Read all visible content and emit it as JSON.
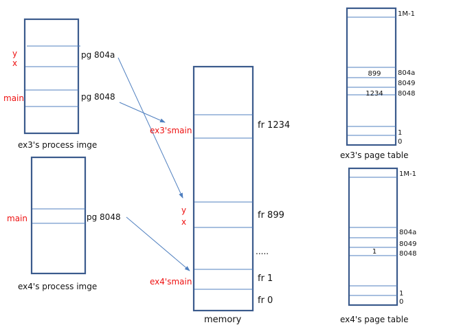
{
  "ex3_process": {
    "caption": "ex3's process imge",
    "label_y": "y",
    "label_x": "x",
    "label_main": "main",
    "pg_804a": "pg 804a",
    "pg_8048": "pg 8048"
  },
  "ex4_process": {
    "caption": "ex4's process imge",
    "label_main": "main",
    "pg_8048": "pg 8048"
  },
  "memory": {
    "caption": "memory",
    "fr_1234": "fr 1234",
    "fr_899": "fr 899",
    "dots": ".....",
    "fr_1": "fr 1",
    "fr_0": "fr 0",
    "ex3_main": "ex3'smain",
    "y": "y",
    "x": "x",
    "ex4_main": "ex4'smain"
  },
  "ex3_page_table": {
    "caption": "ex3's page table",
    "idx_top": "1M-1",
    "idx_804a": "804a",
    "idx_8049": "8049",
    "idx_8048": "8048",
    "idx_1": "1",
    "idx_0": "0",
    "val_804a": "899",
    "val_8048": "1234"
  },
  "ex4_page_table": {
    "caption": "ex4's page table",
    "idx_top": "1M-1",
    "idx_804a": "804a",
    "idx_8049": "8049",
    "idx_8048": "8048",
    "idx_1": "1",
    "idx_0": "0",
    "val_8048": "1"
  },
  "colors": {
    "box": "#3a5a8c",
    "line": "#4f7fbf",
    "highlight": "#ee1111"
  }
}
